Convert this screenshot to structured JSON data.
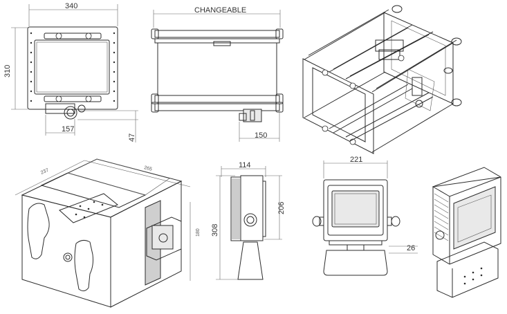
{
  "dimensions": {
    "top_front_width": "340",
    "top_front_height": "310",
    "top_front_offset": "157",
    "top_front_depth": "47",
    "top_side_span": "CHANGEABLE",
    "top_side_depth": "150",
    "bottom_iso_depth": "237",
    "bottom_iso_width": "265",
    "bottom_iso_height": "180",
    "side_width": "114",
    "side_height": "308",
    "side_inner_height": "206",
    "front_width": "221",
    "front_offset": "26"
  },
  "colors": {
    "line": "#2b2b2b",
    "panel_fill": "#e9e9e9",
    "dark_fill": "#cfcfcf"
  }
}
